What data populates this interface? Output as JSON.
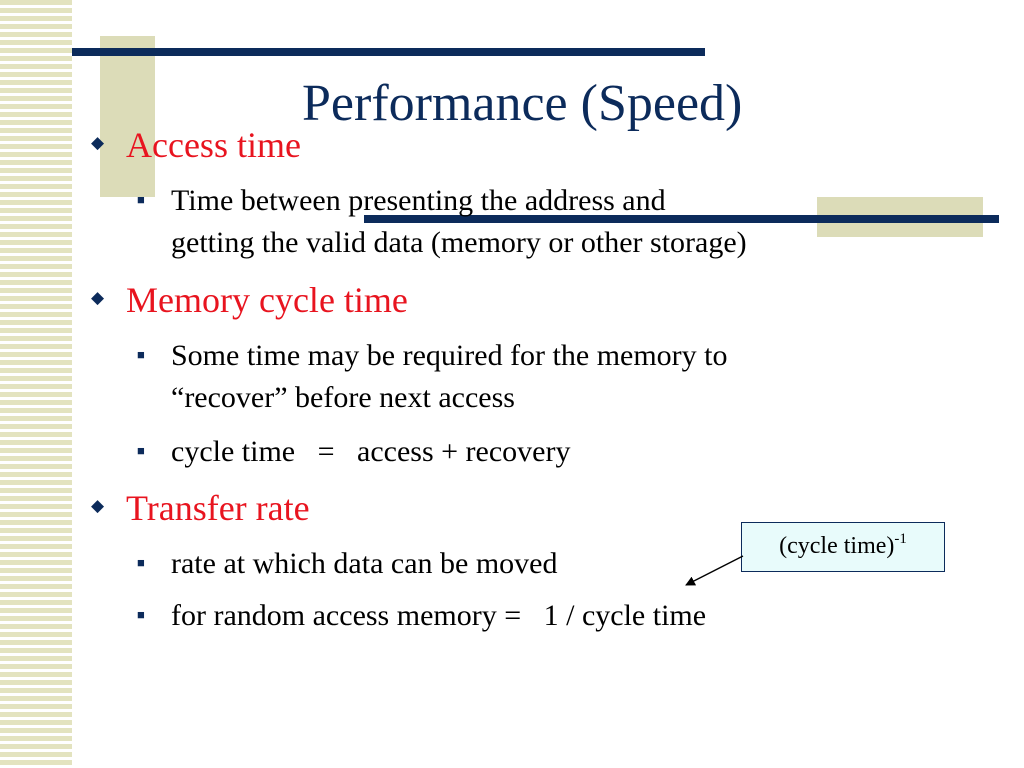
{
  "slide": {
    "title": "Performance (Speed)",
    "items": [
      {
        "heading": "Access time",
        "subitems": [
          "Time between presenting the address and\ngetting the valid data (memory or other storage)"
        ]
      },
      {
        "heading": "Memory cycle time",
        "subitems": [
          "Some time may be required for the memory to\n“recover” before next access",
          "cycle time   =   access + recovery"
        ]
      },
      {
        "heading": "Transfer rate",
        "subitems": [
          "rate at which data can be moved",
          "for random access memory =   1 / cycle time"
        ]
      }
    ],
    "callout": {
      "base": "(cycle time)",
      "exponent": "-1"
    }
  },
  "colors": {
    "title": "#0c2b5b",
    "heading": "#e8141f",
    "decoration_navy": "#0c2b5b",
    "decoration_tan": "#dcdcb8",
    "callout_fill": "#e8fbfb"
  },
  "icons": {
    "level1_bullet": "diamond-icon",
    "level2_bullet": "square-icon"
  }
}
